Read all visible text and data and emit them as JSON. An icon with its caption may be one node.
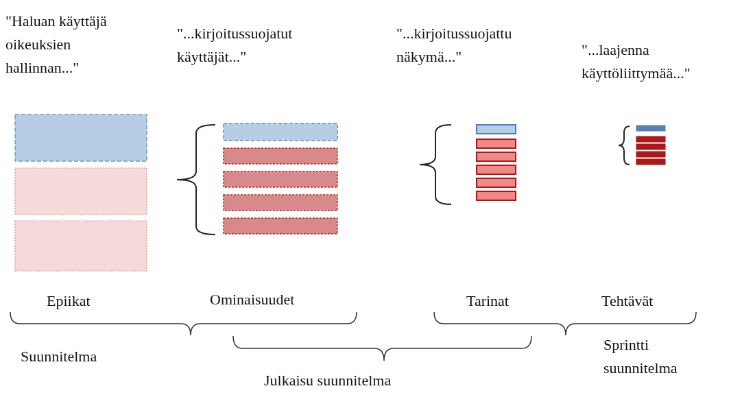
{
  "diagram": {
    "labels": [
      "\"Haluan käyttäjä oikeuksien hallinnan...\"",
      "\"...kirjoitussuojatut käyttäjät...\"",
      "\"...kirjoitussuojattu näkymä...\"",
      "\"...laajenna käyttöliittymää...\"",
      "Epiikat",
      "Ominaisuudet",
      "Tarinat",
      "Tehtävät",
      "Suunnitelma",
      "Sprintti suunnitelma",
      "Julkaisu suunnitelma"
    ]
  }
}
